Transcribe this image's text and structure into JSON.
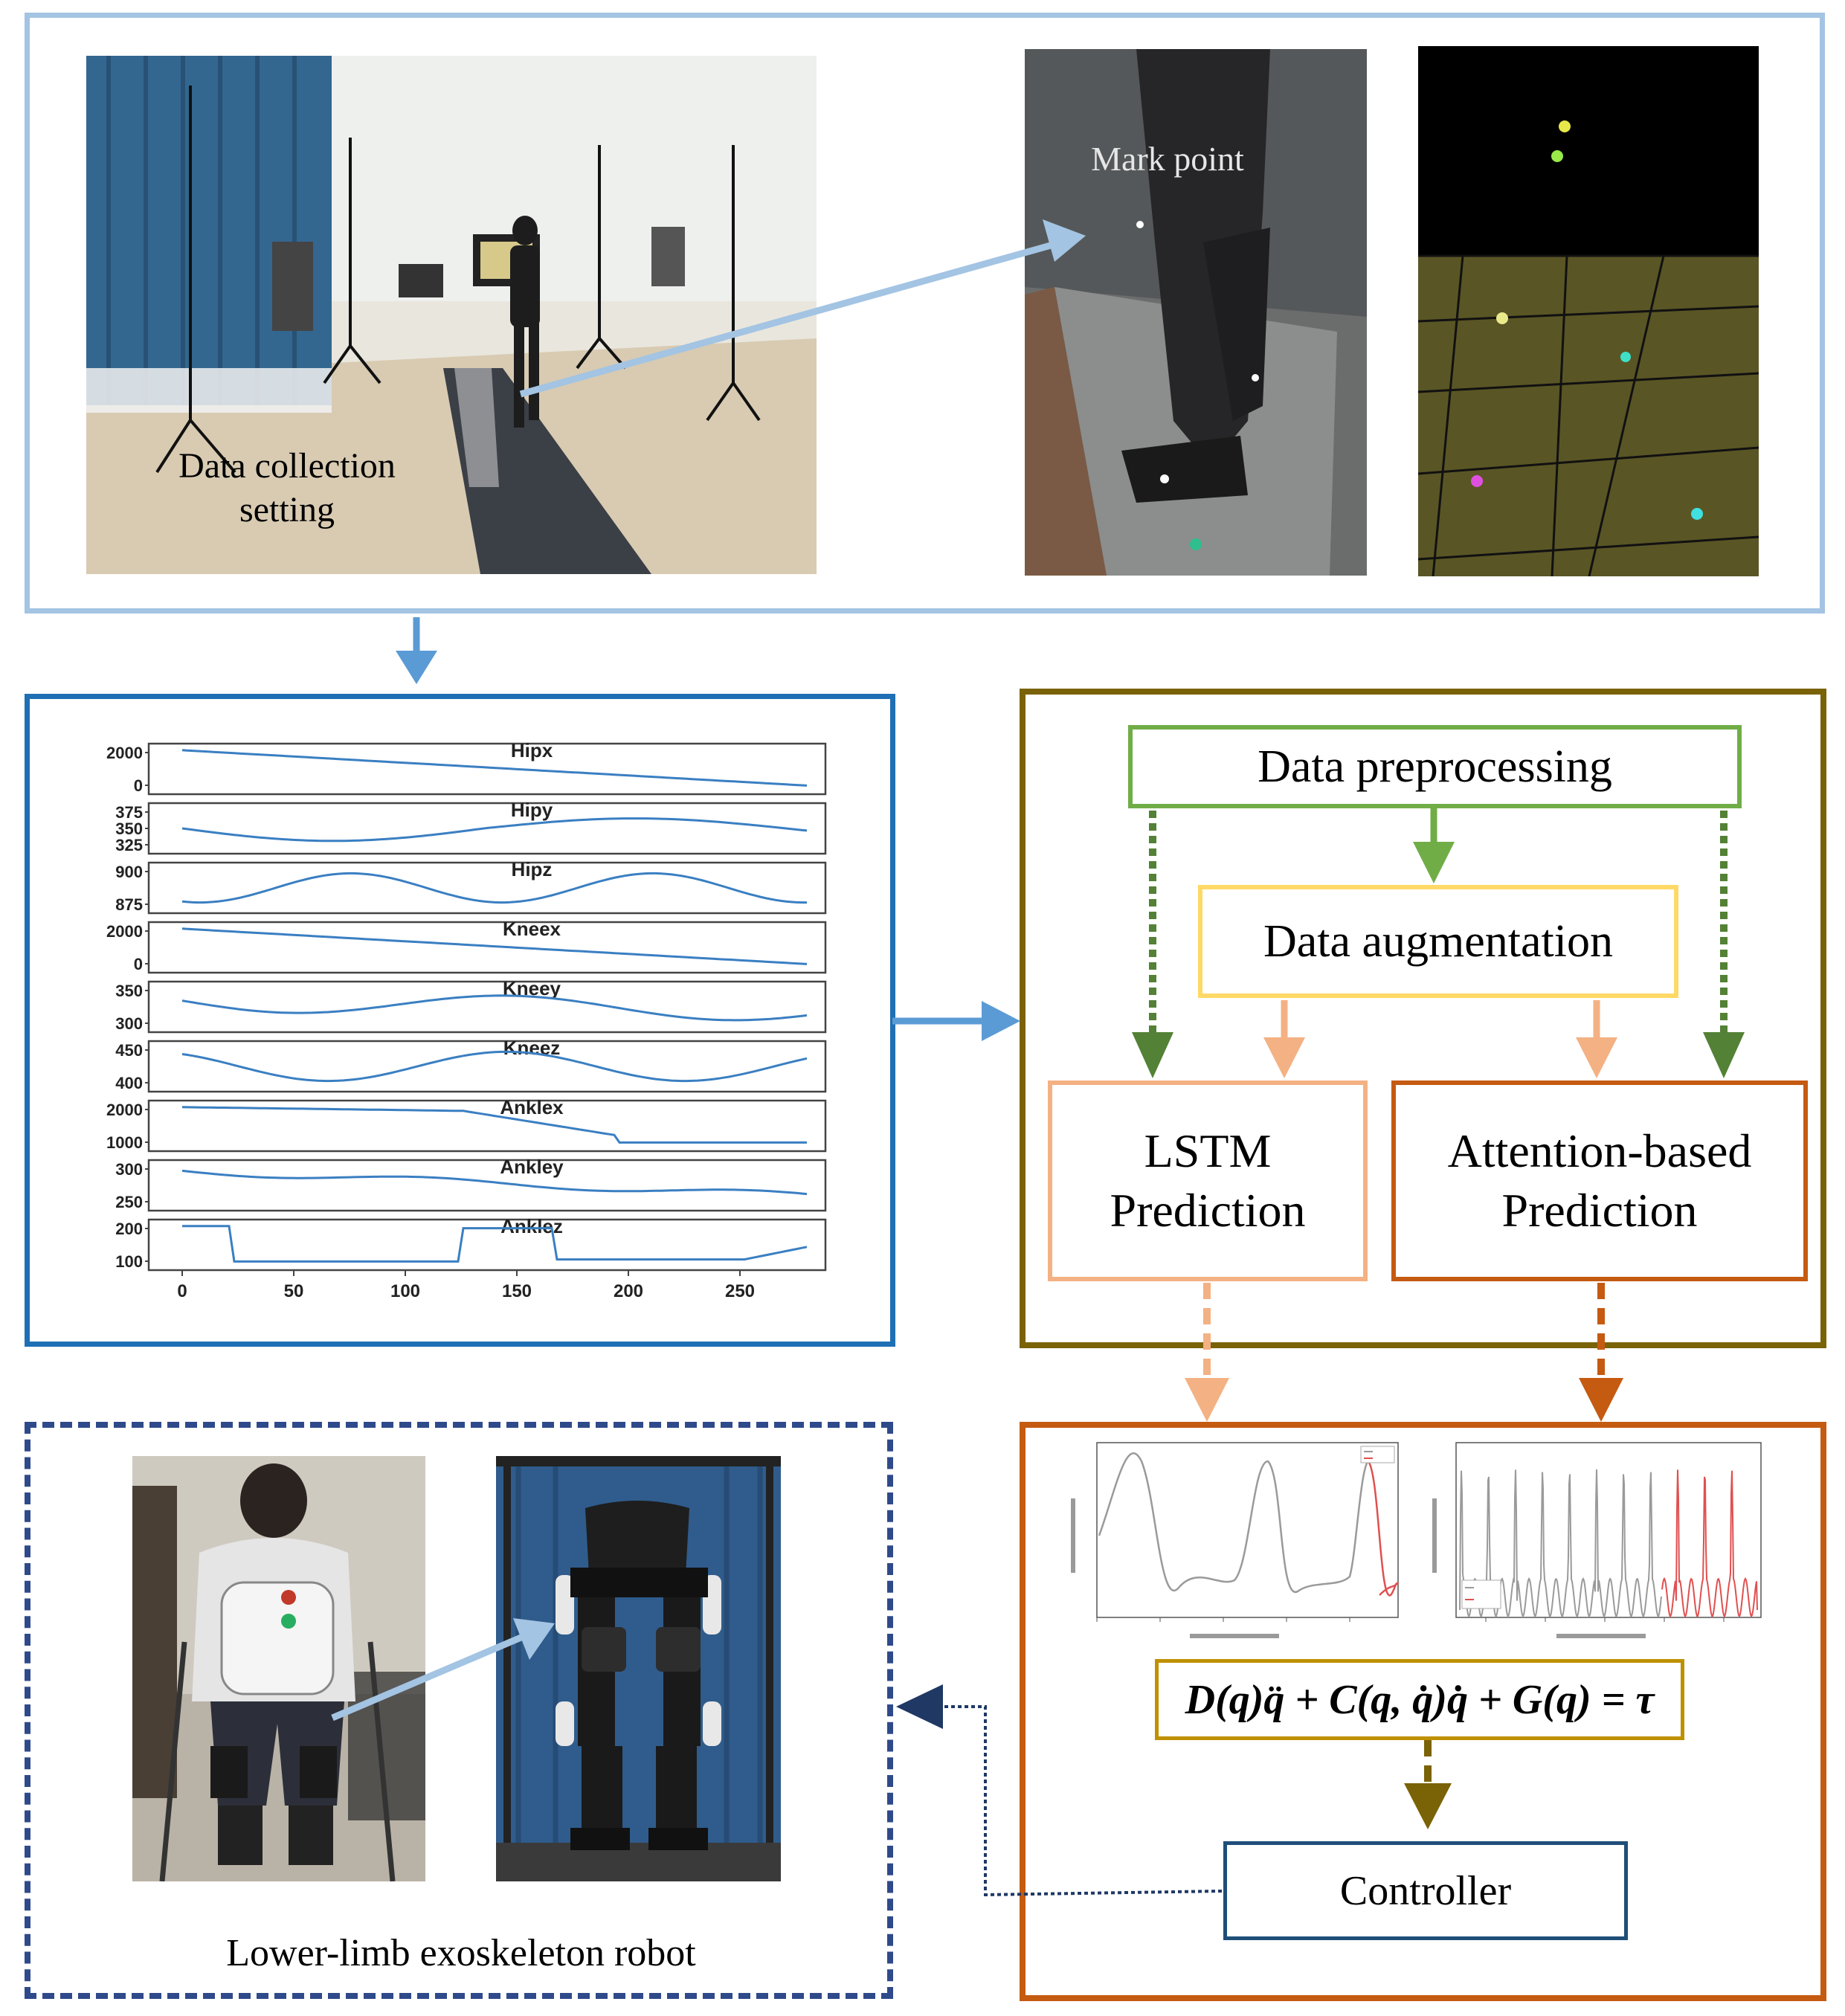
{
  "top_panel": {
    "scene_label": "Data collection\nsetting",
    "marker_label": "Mark point"
  },
  "joint_panel": {
    "x_ticks": [
      "0",
      "50",
      "100",
      "150",
      "200",
      "250"
    ],
    "subplots": [
      {
        "name": "Hipx",
        "ticks": [
          "2000",
          "0"
        ]
      },
      {
        "name": "Hipy",
        "ticks": [
          "375",
          "350",
          "325"
        ]
      },
      {
        "name": "Hipz",
        "ticks": [
          "900",
          "875"
        ]
      },
      {
        "name": "Kneex",
        "ticks": [
          "2000",
          "0"
        ]
      },
      {
        "name": "Kneey",
        "ticks": [
          "350",
          "300"
        ]
      },
      {
        "name": "Kneez",
        "ticks": [
          "450",
          "400"
        ]
      },
      {
        "name": "Anklex",
        "ticks": [
          "2000",
          "1000"
        ]
      },
      {
        "name": "Ankley",
        "ticks": [
          "300",
          "250"
        ]
      },
      {
        "name": "Anklez",
        "ticks": [
          "200",
          "100"
        ]
      }
    ]
  },
  "pipeline": {
    "preprocessing": "Data preprocessing",
    "augmentation": "Data augmentation",
    "lstm": "LSTM\nPrediction",
    "attention": "Attention-based\nPrediction"
  },
  "control": {
    "equation": "D(q)q̈ + C(q, q̇)q̇ + G(q) = τ",
    "controller": "Controller"
  },
  "exo_panel": {
    "caption": "Lower-limb exoskeleton robot"
  },
  "colors": {
    "light_blue": "#a3c4e3",
    "blue": "#1f6fb4",
    "olive": "#7a6206",
    "green": "#70ad47",
    "yellow": "#ffd966",
    "peach": "#f4b183",
    "orange": "#c55a11",
    "navy": "#2f4a8a"
  }
}
